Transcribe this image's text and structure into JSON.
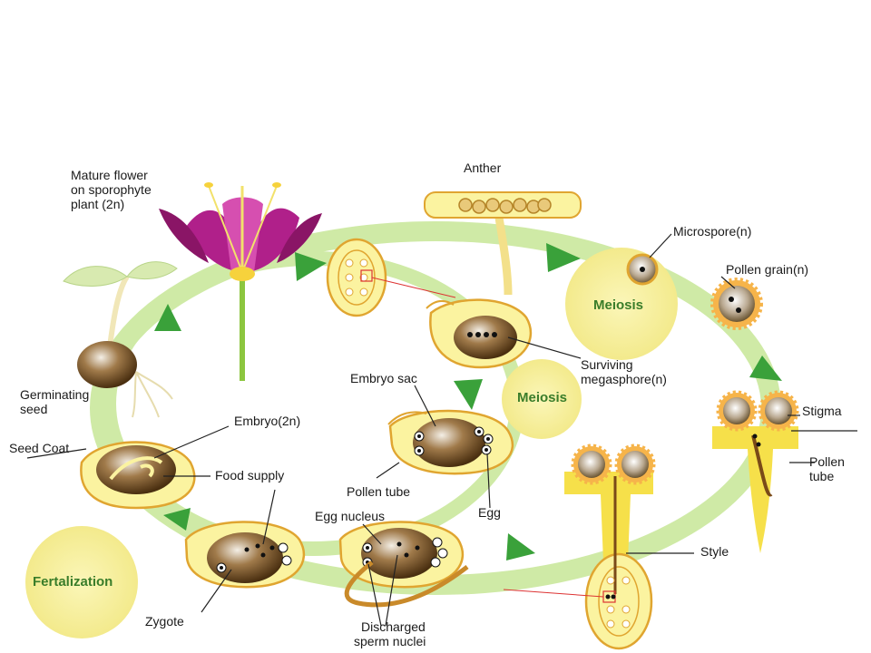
{
  "labels": {
    "mature_flower_1": "Mature flower",
    "mature_flower_2": "on sporophyte",
    "mature_flower_3": "plant (2n)",
    "anther": "Anther",
    "microspore": "Microspore(n)",
    "pollen_grain": "Pollen grain(n)",
    "meiosis_top": "Meiosis",
    "meiosis_mid": "Meiosis",
    "surviving_1": "Surviving",
    "surviving_2": "megasphore(n)",
    "embryo_sac": "Embryo sac",
    "stigma": "Stigma",
    "pollen_tube_right_1": "Pollen",
    "pollen_tube_right_2": "tube",
    "germinating_1": "Germinating",
    "germinating_2": "seed",
    "embryo_2n": "Embryo(2n)",
    "seed_coat": "Seed Coat",
    "food_supply": "Food supply",
    "pollen_tube_mid": "Pollen tube",
    "egg": "Egg",
    "egg_nucleus": "Egg nucleus",
    "fertilization": "Fertalization",
    "style": "Style",
    "zygote": "Zygote",
    "discharged_1": "Discharged",
    "discharged_2": "sperm nuclei"
  },
  "colors": {
    "cycle_ring": "#cfeaa6",
    "arrow": "#3aa13a",
    "cream": "#fbf3a0",
    "yellow": "#f6d23c",
    "brown": "#6b4a1e",
    "petal": "#b0208a",
    "meiosis_disc": "#f7f0a0"
  }
}
